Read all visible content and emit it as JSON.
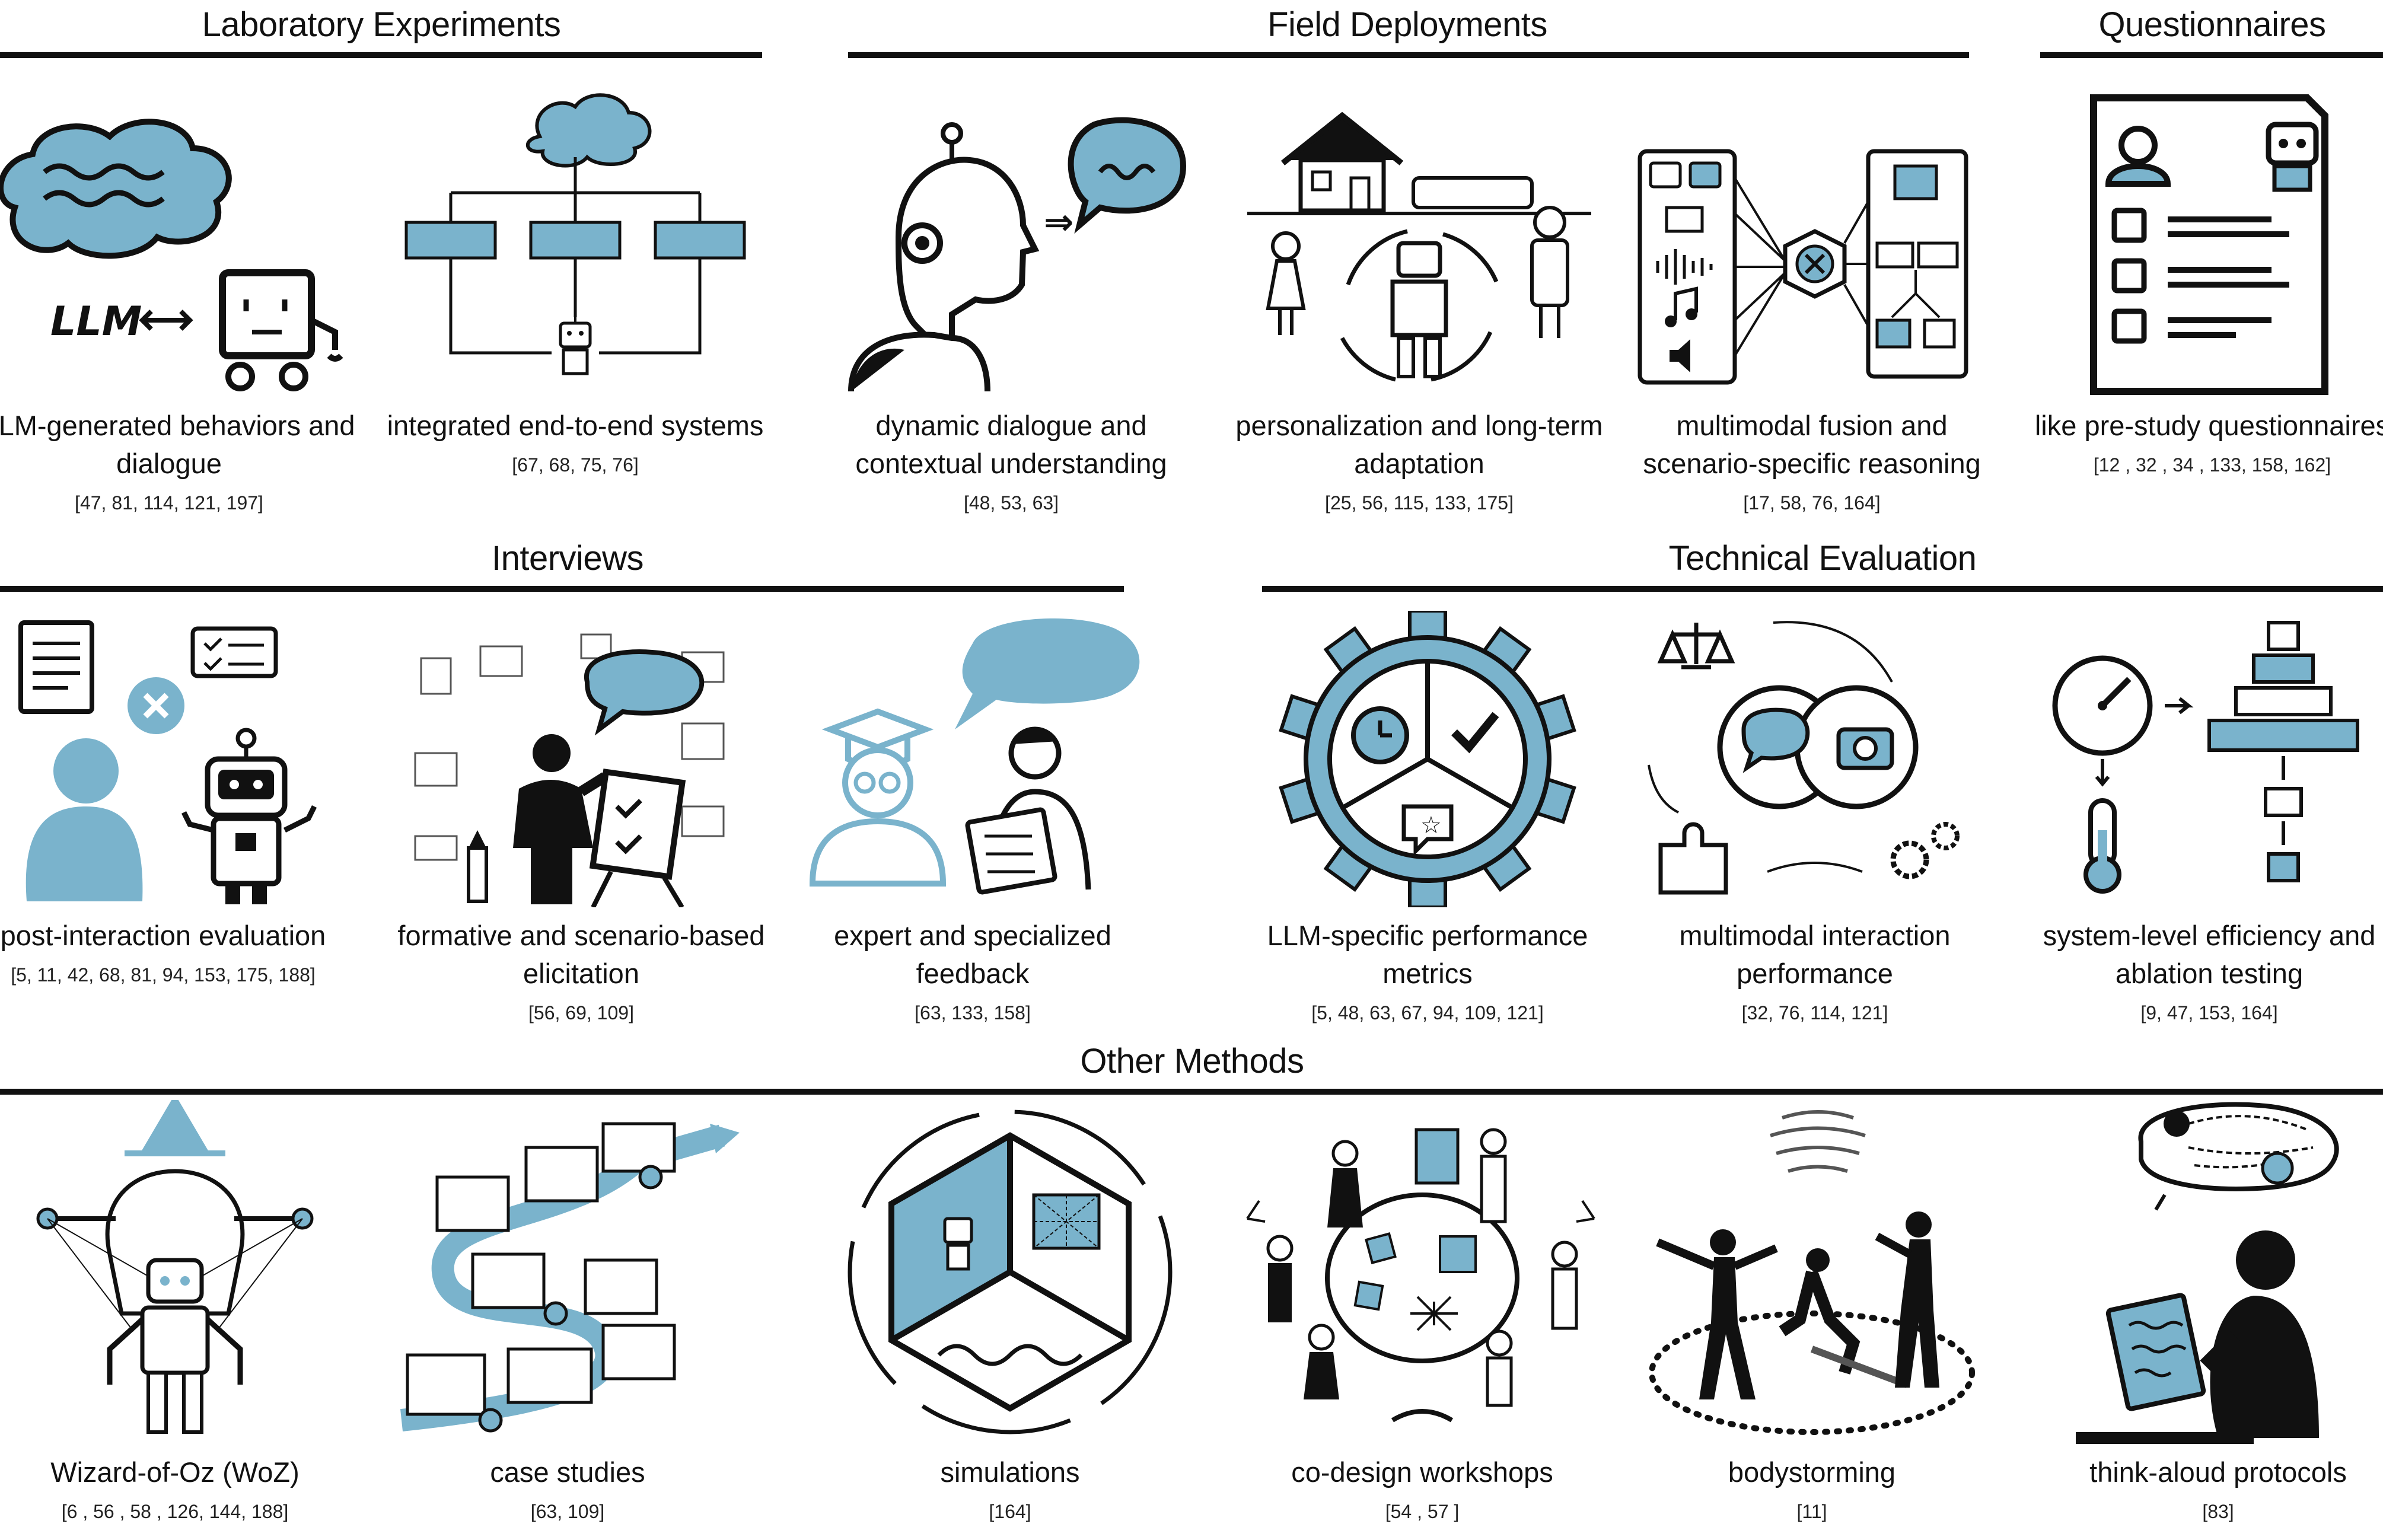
{
  "sections": {
    "lab": "Laboratory Experiments",
    "field": "Field Deployments",
    "quest": "Questionnaires",
    "interviews": "Interviews",
    "tech": "Technical Evaluation",
    "other": "Other Methods"
  },
  "items": [
    {
      "label": "LLM-generated behaviors and dialogue",
      "refs": "[47, 81, 114, 121, 197]",
      "icon": "llm-robot-icon",
      "icon_text": "LLM"
    },
    {
      "label": "integrated end-to-end systems",
      "refs": "[67, 68, 75, 76]",
      "icon": "system-flow-icon"
    },
    {
      "label": "dynamic dialogue and contextual understanding",
      "refs": "[48, 53, 63]",
      "icon": "robot-speech-icon"
    },
    {
      "label": "personalization and long-term adaptation",
      "refs": "[25, 56, 115, 133, 175]",
      "icon": "home-robot-icon"
    },
    {
      "label": "multimodal fusion and scenario-specific reasoning",
      "refs": "[17, 58, 76, 164]",
      "icon": "multimodal-fusion-icon"
    },
    {
      "label": "like pre-study questionnaires",
      "refs": "[12 , 32 , 34 , 133, 158, 162]",
      "icon": "questionnaire-icon"
    },
    {
      "label": "post-interaction evaluation",
      "refs": "[5, 11, 42, 68, 81, 94, 153, 175, 188]",
      "icon": "post-interaction-icon"
    },
    {
      "label": "formative and scenario-based elicitation",
      "refs": "[56, 69, 109]",
      "icon": "elicitation-icon"
    },
    {
      "label": "expert and specialized feedback",
      "refs": "[63, 133, 158]",
      "icon": "expert-feedback-icon"
    },
    {
      "label": "LLM-specific performance metrics",
      "refs": "[5, 48, 63, 67, 94, 109, 121]",
      "icon": "gear-metrics-icon"
    },
    {
      "label": "multimodal interaction performance",
      "refs": "[32, 76, 114, 121]",
      "icon": "multimodal-performance-icon"
    },
    {
      "label": "system-level efficiency and ablation testing",
      "refs": "[9, 47, 153, 164]",
      "icon": "ablation-icon"
    },
    {
      "label": "Wizard-of-Oz (WoZ)",
      "refs": "[6 , 56 , 58 , 126, 144, 188]",
      "icon": "wizard-puppet-icon"
    },
    {
      "label": "case studies",
      "refs": "[63, 109]",
      "icon": "case-studies-icon"
    },
    {
      "label": "simulations",
      "refs": "[164]",
      "icon": "simulation-icon"
    },
    {
      "label": "co-design workshops",
      "refs": "[54 , 57 ]",
      "icon": "workshop-icon"
    },
    {
      "label": "bodystorming",
      "refs": "[11]",
      "icon": "bodystorming-icon"
    },
    {
      "label": "think-aloud protocols",
      "refs": "[83]",
      "icon": "think-aloud-icon"
    }
  ],
  "colors": {
    "accent": "#7ab3cc",
    "ink": "#111111"
  }
}
